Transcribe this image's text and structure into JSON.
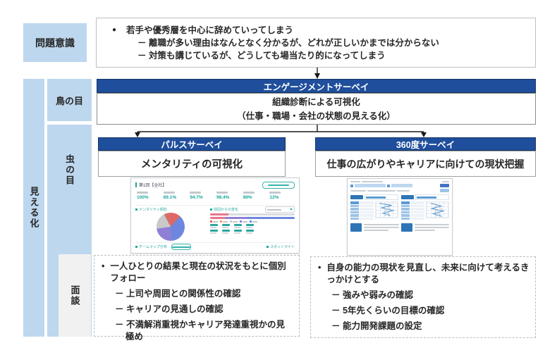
{
  "colors": {
    "light_blue": "#BDD7EE",
    "dark_blue": "#1F4E9C",
    "teal": "#1EA79D"
  },
  "problem": {
    "label": "問題意識",
    "bullet": "●",
    "main": "若手や優秀層を中心に辞めていってしまう",
    "subs": [
      "－ 離職が多い理由はなんとなく分かるが、どれが正しいかまでは分からない",
      "－ 対策も講じているが、どうしても場当たり的になってしまう"
    ]
  },
  "sidebar": {
    "mieruka": "見える化",
    "tori_no_me": "鳥の目",
    "mushi_no_me": "虫の目",
    "mendan": "面談"
  },
  "engagement": {
    "title": "エンゲージメントサーベイ",
    "desc_line1": "組織診断による可視化",
    "desc_line2": "（仕事・職場・会社の状態の見える化）"
  },
  "pulse": {
    "title": "パルスサーベイ",
    "desc": "メンタリティの可視化"
  },
  "survey360": {
    "title": "360度サーベイ",
    "desc": "仕事の広がりやキャリアに向けての現状把握"
  },
  "dashboard_preview": {
    "title": "第1回【全社】",
    "stats": [
      {
        "value": "100%"
      },
      {
        "value": "89.1%"
      },
      {
        "value": "94.7%"
      },
      {
        "value": "98.4%"
      },
      {
        "value": "89%"
      },
      {
        "value": "12%"
      }
    ],
    "sections": {
      "pie": "メンタリティ傾向",
      "change": "前回からの変化",
      "teammap": "チームマップ分布",
      "spotlight": "スポットライト"
    },
    "pie_colors": [
      "#E06666",
      "#6D87DE",
      "#8F7FD6",
      "#C9C9C9",
      "#D96C6C"
    ]
  },
  "followup_left": {
    "bullet": "•",
    "main": "一人ひとりの結果と現在の状況をもとに個別フォロー",
    "subs": [
      "－ 上司や周囲との関係性の確認",
      "－ キャリアの見通しの確認",
      "－ 不満解消重視かキャリア発達重視かの見極め"
    ]
  },
  "followup_right": {
    "bullet": "•",
    "main": "自身の能力の現状を見直し、未来に向けて考えるきっかけとする",
    "subs": [
      "－ 強みや弱みの確認",
      "－ 5年先くらいの目標の確認",
      "－ 能力開発課題の設定"
    ]
  }
}
